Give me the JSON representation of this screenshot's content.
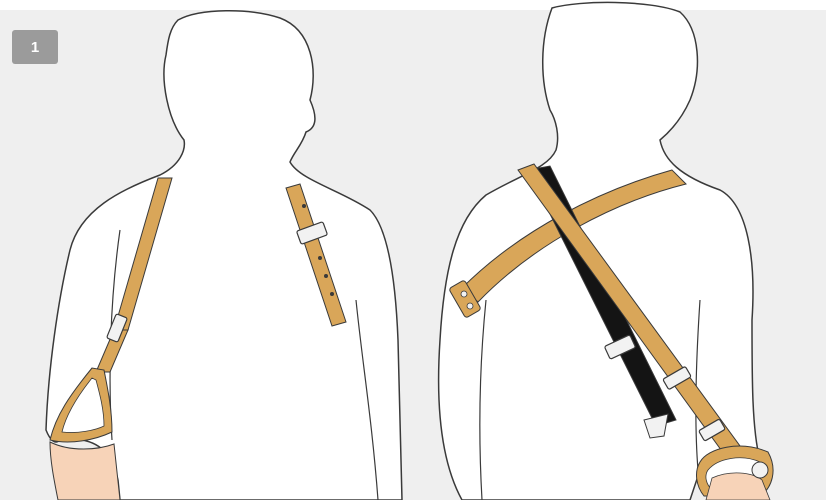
{
  "step": {
    "number": "1"
  },
  "colors": {
    "background": "#efefef",
    "body_fill": "#ffffff",
    "outline": "#3a3a3a",
    "strap_leather": "#d9a659",
    "strap_black": "#141414",
    "hardware": "#f2f2f2",
    "skin": "#f7d3b8",
    "badge": "#9b9b9b"
  },
  "figures": [
    {
      "view": "front",
      "description_icon": "front-figure-strap-illustration"
    },
    {
      "view": "back",
      "description_icon": "back-figure-strap-illustration"
    }
  ]
}
